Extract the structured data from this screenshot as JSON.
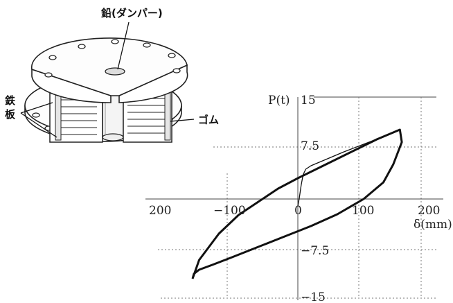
{
  "bearing_labels": {
    "lead_damper": "鉛(ダンパー)",
    "steel_plate_1": "鉄",
    "steel_plate_2": "板",
    "rubber": "ゴム"
  },
  "chart_data": {
    "type": "line",
    "ylabel": "P(t)",
    "xlabel": "δ(mm)",
    "xlim": [
      -200,
      200
    ],
    "ylim": [
      -15,
      15
    ],
    "x_ticks": [
      "200",
      "−100",
      "0",
      "100",
      "200"
    ],
    "y_ticks": [
      "15",
      "7.5",
      "−7.5",
      "−15"
    ],
    "grid": true,
    "series": [
      {
        "style": "thick",
        "x": [
          -160,
          -150,
          -120,
          -90,
          -60,
          -30,
          0,
          30,
          60,
          90,
          120,
          145,
          155,
          158,
          145,
          130,
          100,
          60,
          20,
          -20,
          -60,
          -100,
          -130,
          -150,
          -158,
          -160
        ],
        "y": [
          -11.5,
          -8.8,
          -5.0,
          -2.3,
          -0.4,
          1.5,
          3.0,
          4.4,
          5.8,
          7.2,
          8.6,
          9.6,
          10.0,
          8.2,
          5.0,
          2.4,
          0.0,
          -2.2,
          -3.9,
          -5.4,
          -6.9,
          -8.4,
          -9.5,
          -10.2,
          -10.8,
          -11.5
        ]
      },
      {
        "style": "thin",
        "x": [
          0,
          2,
          5,
          8,
          12,
          20,
          40,
          70,
          100,
          130,
          155
        ],
        "y": [
          -1.0,
          0.0,
          2.0,
          3.5,
          4.3,
          4.8,
          5.6,
          6.8,
          7.9,
          9.0,
          10.0
        ]
      }
    ]
  }
}
